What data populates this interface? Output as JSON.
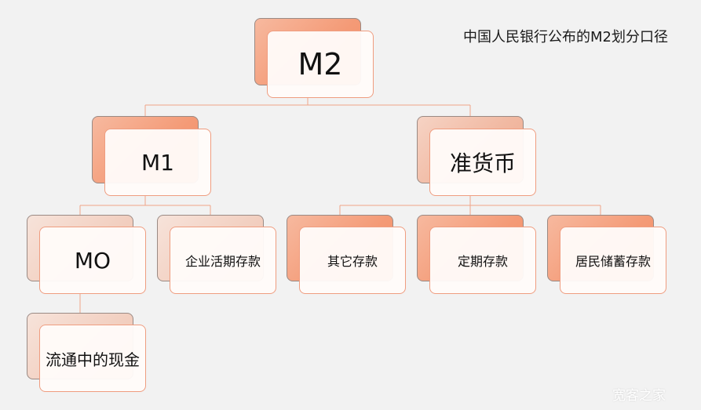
{
  "title": "中国人民银行公布的M2划分口径",
  "watermark": "宽客之家",
  "nodes": {
    "m2": "M2",
    "m1": "M1",
    "quasi_money": "准货币",
    "m0": "MO",
    "corporate_demand_deposits": "企业活期存款",
    "other_deposits": "其它存款",
    "time_deposits": "定期存款",
    "household_savings": "居民储蓄存款",
    "currency_in_circulation": "流通中的现金"
  }
}
